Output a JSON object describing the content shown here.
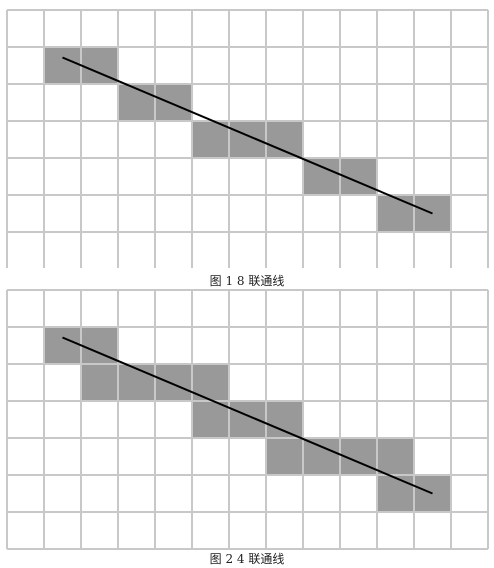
{
  "grid": {
    "cols": 13,
    "rows": 7,
    "line_color": "#c8c8c8",
    "fill_color": "#999999",
    "cell_border_color": "#bdbdbd",
    "stroke_color": "#000000"
  },
  "figures": [
    {
      "id": "fig1",
      "caption": "图 1 8 联通线",
      "cells": [
        [
          1,
          1
        ],
        [
          2,
          1
        ],
        [
          3,
          2
        ],
        [
          4,
          2
        ],
        [
          5,
          3
        ],
        [
          6,
          3
        ],
        [
          7,
          3
        ],
        [
          8,
          4
        ],
        [
          9,
          4
        ],
        [
          10,
          5
        ],
        [
          11,
          5
        ]
      ],
      "line": {
        "from": [
          1.5,
          1.5
        ],
        "to": [
          11.5,
          5.5
        ]
      }
    },
    {
      "id": "fig2",
      "caption": "图 2 4 联通线",
      "cells": [
        [
          1,
          1
        ],
        [
          2,
          1
        ],
        [
          2,
          2
        ],
        [
          3,
          2
        ],
        [
          4,
          2
        ],
        [
          5,
          2
        ],
        [
          5,
          3
        ],
        [
          6,
          3
        ],
        [
          7,
          3
        ],
        [
          7,
          4
        ],
        [
          8,
          4
        ],
        [
          9,
          4
        ],
        [
          10,
          4
        ],
        [
          10,
          5
        ],
        [
          11,
          5
        ]
      ],
      "line": {
        "from": [
          1.5,
          1.5
        ],
        "to": [
          11.5,
          5.5
        ]
      }
    }
  ]
}
